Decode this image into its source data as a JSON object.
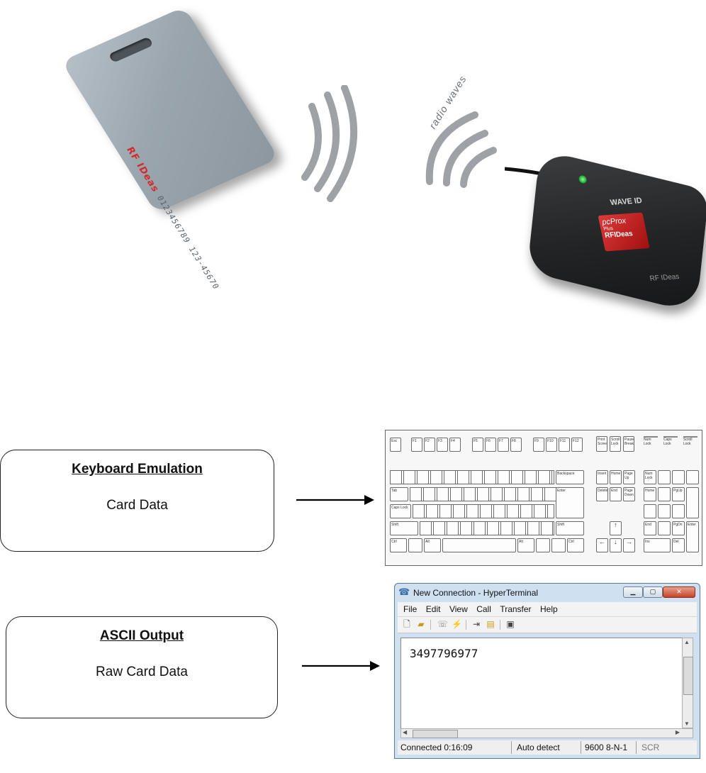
{
  "diagram": {
    "waves_label": "radio waves",
    "card": {
      "brand": "RF IDeas",
      "numbers": "0123456789 123-45670"
    },
    "reader": {
      "model_label": "WAVE ID",
      "badge_line1": "pcProx",
      "badge_line2": "Plus",
      "badge_brand": "RFIDeas",
      "foot_brand": "RF IDeas"
    },
    "outputs": [
      {
        "title": "Keyboard Emulation",
        "subtitle": "Card Data"
      },
      {
        "title": "ASCII Output",
        "subtitle": "Raw Card Data"
      }
    ]
  },
  "keyboard": {
    "keys": [
      "Esc",
      "F1",
      "F2",
      "F3",
      "F4",
      "F5",
      "F6",
      "F7",
      "F8",
      "F9",
      "F10",
      "F11",
      "F12",
      "Print Screen",
      "Scroll Lock",
      "Pause Break",
      "Num Lock",
      "Caps Lock",
      "Scroll Lock",
      "Backspace",
      "Tab",
      "Caps Lock",
      "Enter",
      "Shift",
      "Shift",
      "Ctrl",
      "Alt",
      "Alt",
      "Ctrl",
      "Insert",
      "Home",
      "Page Up",
      "Delete",
      "End",
      "Page Down",
      "Num Lock",
      "Home",
      "PgUp",
      "End",
      "PgDn",
      "Ins",
      "Del",
      "Enter"
    ]
  },
  "hyperterminal": {
    "title": "New Connection - HyperTerminal",
    "menu": [
      "File",
      "Edit",
      "View",
      "Call",
      "Transfer",
      "Help"
    ],
    "screen_text": "3497796977",
    "status": {
      "connected": "Connected 0:16:09",
      "detect": "Auto detect",
      "settings": "9600 8-N-1",
      "scroll": "SCR"
    }
  }
}
